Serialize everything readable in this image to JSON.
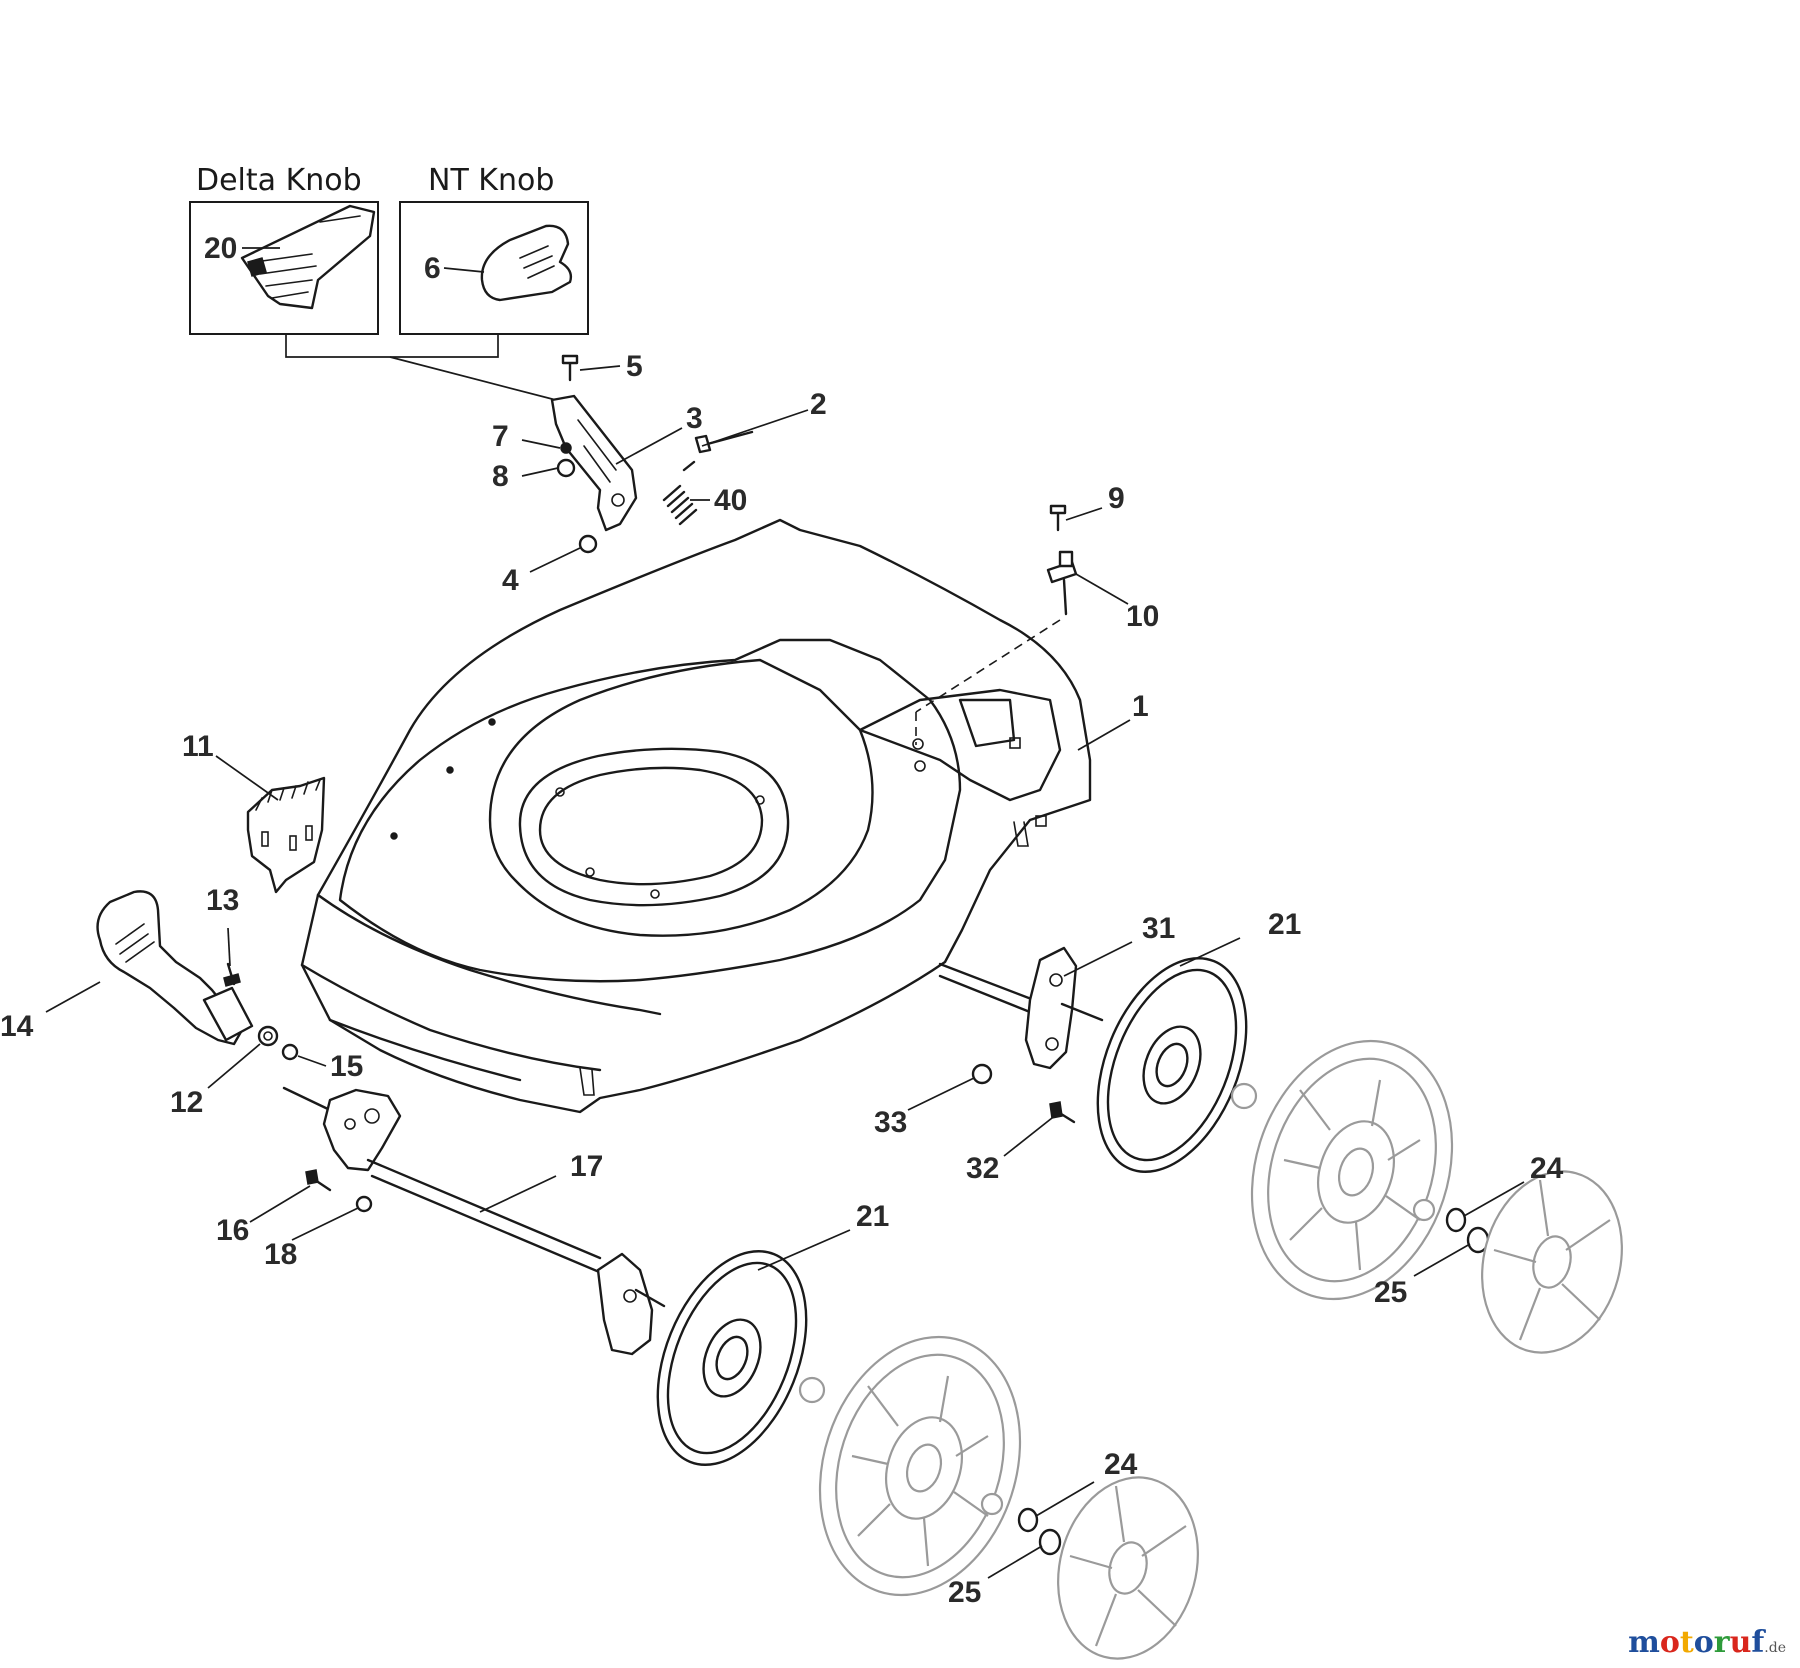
{
  "insets": {
    "delta_knob": {
      "title": "Delta Knob",
      "callout": "20"
    },
    "nt_knob": {
      "title": "NT Knob",
      "callout": "6"
    }
  },
  "callouts": {
    "c1": "1",
    "c2": "2",
    "c3": "3",
    "c4": "4",
    "c5": "5",
    "c7": "7",
    "c8": "8",
    "c9": "9",
    "c10": "10",
    "c11": "11",
    "c12": "12",
    "c13": "13",
    "c14": "14",
    "c15": "15",
    "c16": "16",
    "c17": "17",
    "c18": "18",
    "c21a": "21",
    "c21b": "21",
    "c24a": "24",
    "c24b": "24",
    "c25a": "25",
    "c25b": "25",
    "c31": "31",
    "c32": "32",
    "c33": "33",
    "c40": "40"
  },
  "watermark": {
    "letters": [
      {
        "char": "m",
        "color": "#1f4e9c"
      },
      {
        "char": "o",
        "color": "#d9261c"
      },
      {
        "char": "t",
        "color": "#f2a900"
      },
      {
        "char": "o",
        "color": "#1f4e9c"
      },
      {
        "char": "r",
        "color": "#2e9b3a"
      },
      {
        "char": "u",
        "color": "#d9261c"
      },
      {
        "char": "f",
        "color": "#1f4e9c"
      }
    ],
    "suffix": ".de"
  }
}
